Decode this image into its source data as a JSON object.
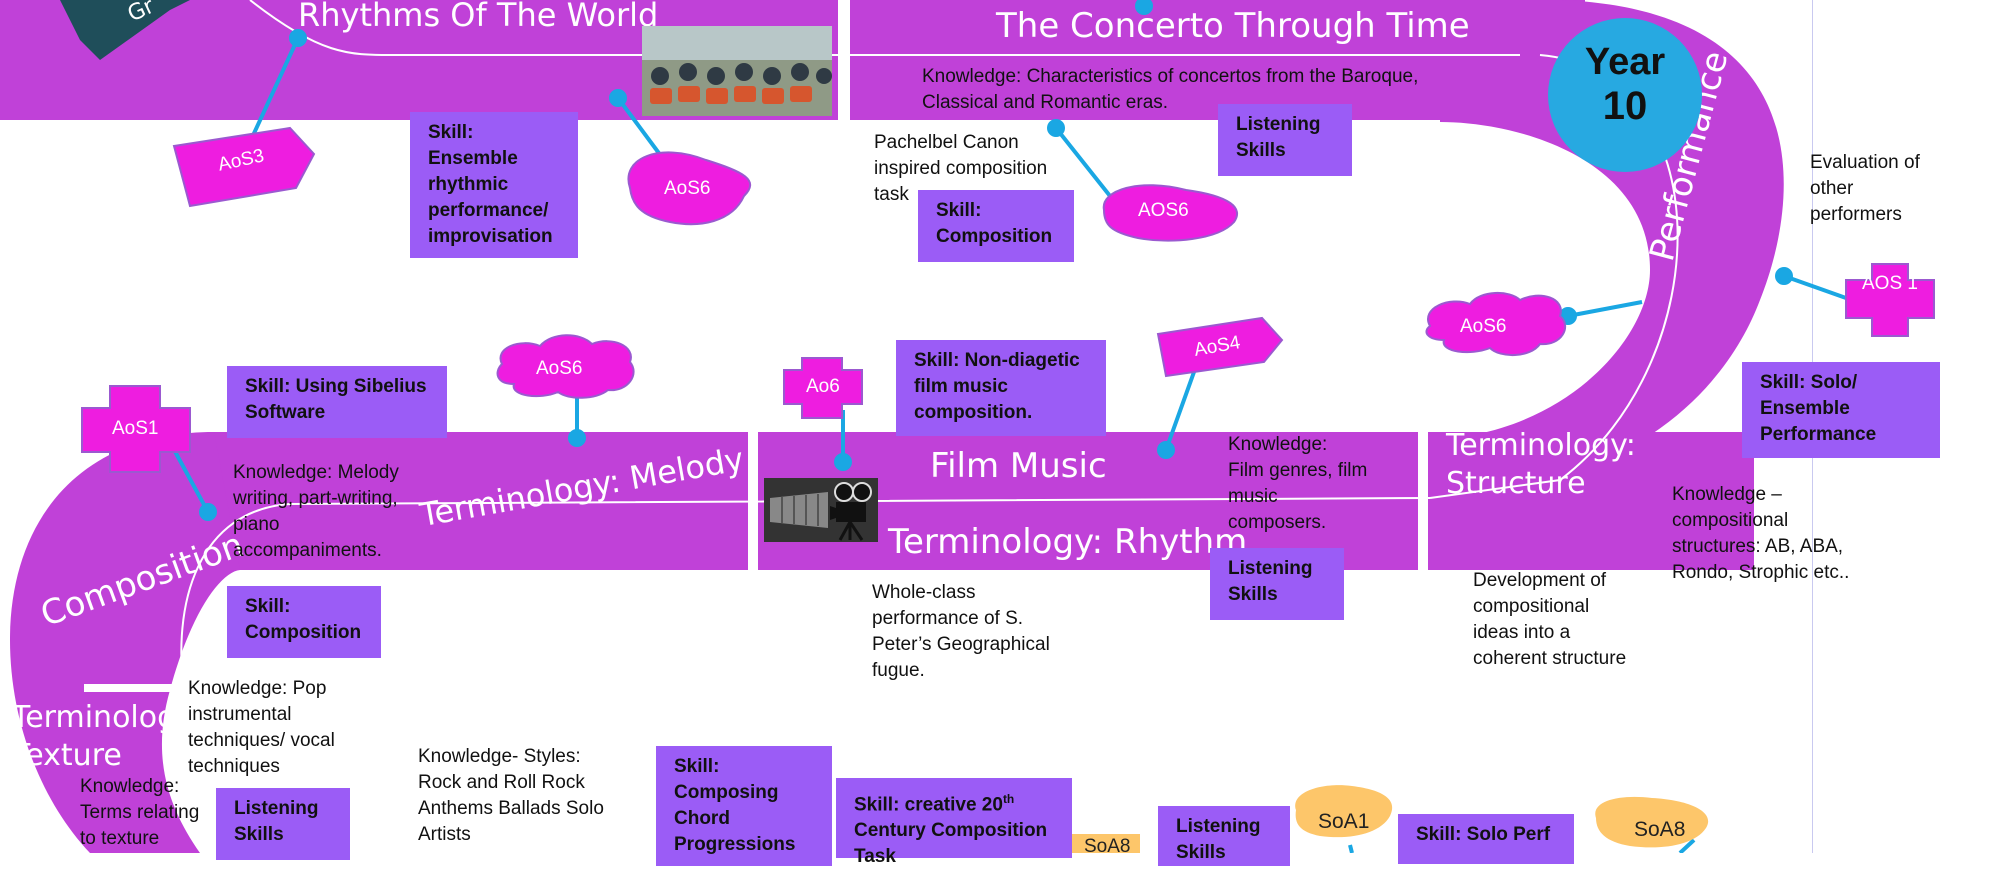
{
  "journey": {
    "corner_label": "Gr",
    "year_badge": {
      "line1": "Year",
      "line2": "10"
    },
    "units": {
      "rhythms": "Rhythms Of The World",
      "concerto": "The Concerto Through Time",
      "performance": "Performance",
      "terminology_melody": "Terminology: Melody",
      "film_music": "Film Music",
      "terminology_rhythm": "Terminology: Rhythm",
      "terminology_structure_1": "Terminology:",
      "terminology_structure_2": "Structure",
      "composition": "Composition",
      "terminology_texture_1": "Terminology:",
      "terminology_texture_2": "Texture"
    },
    "skills": {
      "ensemble": "Skill: Ensemble rhythmic performance/ improvisation",
      "listening_top": "Listening Skills",
      "composition_top": "Skill: Composition",
      "sibelius": "Skill: Using Sibelius Software",
      "non_diagetic": "Skill: Non-diagetic film music composition.",
      "solo_ensemble": "Skill: Solo/ Ensemble Performance",
      "listening_mid": "Listening Skills",
      "composition_left": "Skill: Composition",
      "listening_left": "Listening Skills",
      "chord_progressions": "Skill: Composing Chord Progressions",
      "creative_20th_a": "Skill: creative 20",
      "creative_20th_sup": "th",
      "creative_20th_b": "Century Composition Task",
      "listening_bottom": "Listening Skills",
      "solo_bottom": "Skill: Solo Perf"
    },
    "knowledge": {
      "concerto": "Knowledge: Characteristics of concertos from the Baroque, Classical and Romantic eras.",
      "pachelbel": "Pachelbel Canon inspired composition task",
      "evaluation": "Evaluation of other performers",
      "melody": "Knowledge: Melody writing, part-writing, piano accompaniments.",
      "film": "Knowledge: Film genres, film music composers.",
      "structures": "Knowledge – compositional structures: AB, ABA, Rondo, Strophic etc..",
      "geographical": "Whole-class performance of S. Peter’s Geographical fugue.",
      "development": "Development of compositional ideas into a coherent structure",
      "pop": "Knowledge: Pop instrumental techniques/ vocal techniques",
      "styles": "Knowledge- Styles: Rock and Roll Rock Anthems Ballads Solo Artists",
      "texture_terms": "Knowledge: Terms relating to texture"
    },
    "tags": {
      "aos3": "AoS3",
      "aos6_a": "AoS6",
      "aos6_b": "AOS6",
      "aos6_c": "AoS6",
      "aos1_right": "AOS 1",
      "aos6_cloud": "AoS6",
      "aos4": "AoS4",
      "ao6": "Ao6",
      "aos1_left": "AoS1",
      "soa1": "SoA1",
      "soa8_a": "SoA8",
      "soa8_b": "SoA8"
    },
    "colors": {
      "band": "#c041d8",
      "skill_box": "#9b5cf6",
      "tag_magenta": "#ee1de0",
      "tag_orange": "#fdc66a",
      "year_badge": "#27a9e1",
      "corner_tab": "#1f4e5a",
      "connector": "#1aa7e3"
    },
    "icons": [
      "film-projector-icon",
      "drummers-photo"
    ]
  }
}
